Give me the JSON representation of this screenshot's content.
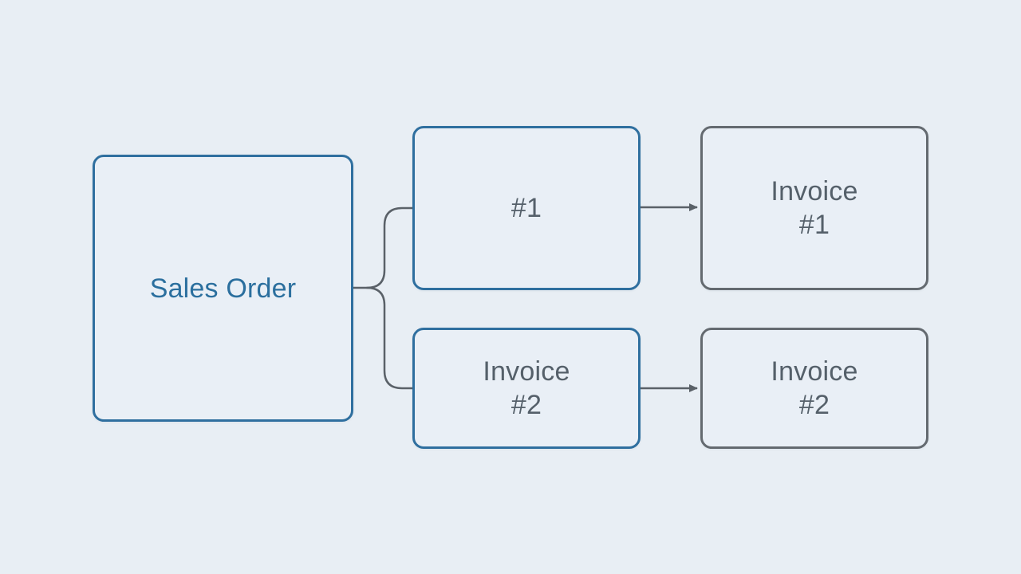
{
  "diagram": {
    "nodes": {
      "sales_order": {
        "label": "Sales Order"
      },
      "top_middle": {
        "line1": "",
        "line2": "#1"
      },
      "bottom_middle": {
        "line1": "Invoice",
        "line2": "#2"
      },
      "top_right": {
        "line1": "Invoice",
        "line2": "#1"
      },
      "bottom_right": {
        "line1": "Invoice",
        "line2": "#2"
      }
    },
    "edges": [
      {
        "from": "sales_order",
        "to": "top_middle",
        "style": "branch"
      },
      {
        "from": "sales_order",
        "to": "bottom_middle",
        "style": "branch"
      },
      {
        "from": "top_middle",
        "to": "top_right",
        "style": "arrow"
      },
      {
        "from": "bottom_middle",
        "to": "bottom_right",
        "style": "arrow"
      }
    ],
    "colors": {
      "background": "#e8eef4",
      "primary_blue": "#2f6f9f",
      "neutral_gray": "#646a70",
      "connector": "#5a6168",
      "text_gray": "#55606a"
    }
  }
}
